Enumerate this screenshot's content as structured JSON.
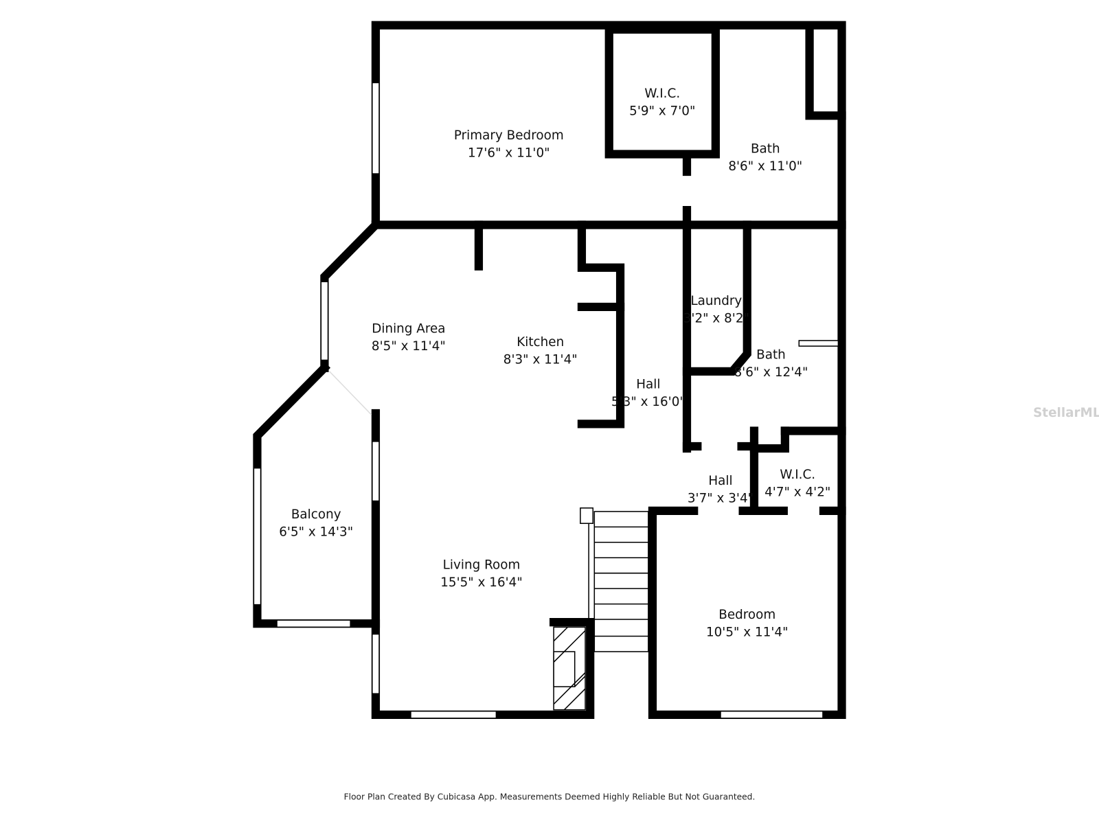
{
  "rooms": [
    {
      "name": "Primary Bedroom",
      "size": "17'6\" x 11'0\""
    },
    {
      "name": "W.I.C.",
      "size": "5'9\" x 7'0\""
    },
    {
      "name": "Bath",
      "size": "8'6\" x 11'0\""
    },
    {
      "name": "Dining Area",
      "size": "8'5\" x 11'4\""
    },
    {
      "name": "Kitchen",
      "size": "8'3\" x 11'4\""
    },
    {
      "name": "Laundry",
      "size": "3'2\" x 8'2\""
    },
    {
      "name": "Bath",
      "size": "8'6\" x 12'4\""
    },
    {
      "name": "Hall",
      "size": "5'3\" x 16'0\""
    },
    {
      "name": "Hall",
      "size": "3'7\" x 3'4\""
    },
    {
      "name": "W.I.C.",
      "size": "4'7\" x 4'2\""
    },
    {
      "name": "Balcony",
      "size": "6'5\" x 14'3\""
    },
    {
      "name": "Living Room",
      "size": "15'5\" x 16'4\""
    },
    {
      "name": "Bedroom",
      "size": "10'5\" x 11'4\""
    }
  ],
  "footer": "Floor Plan Created By Cubicasa App. Measurements Deemed Highly Reliable But Not Guaranteed.",
  "watermark": "StellarMLS"
}
